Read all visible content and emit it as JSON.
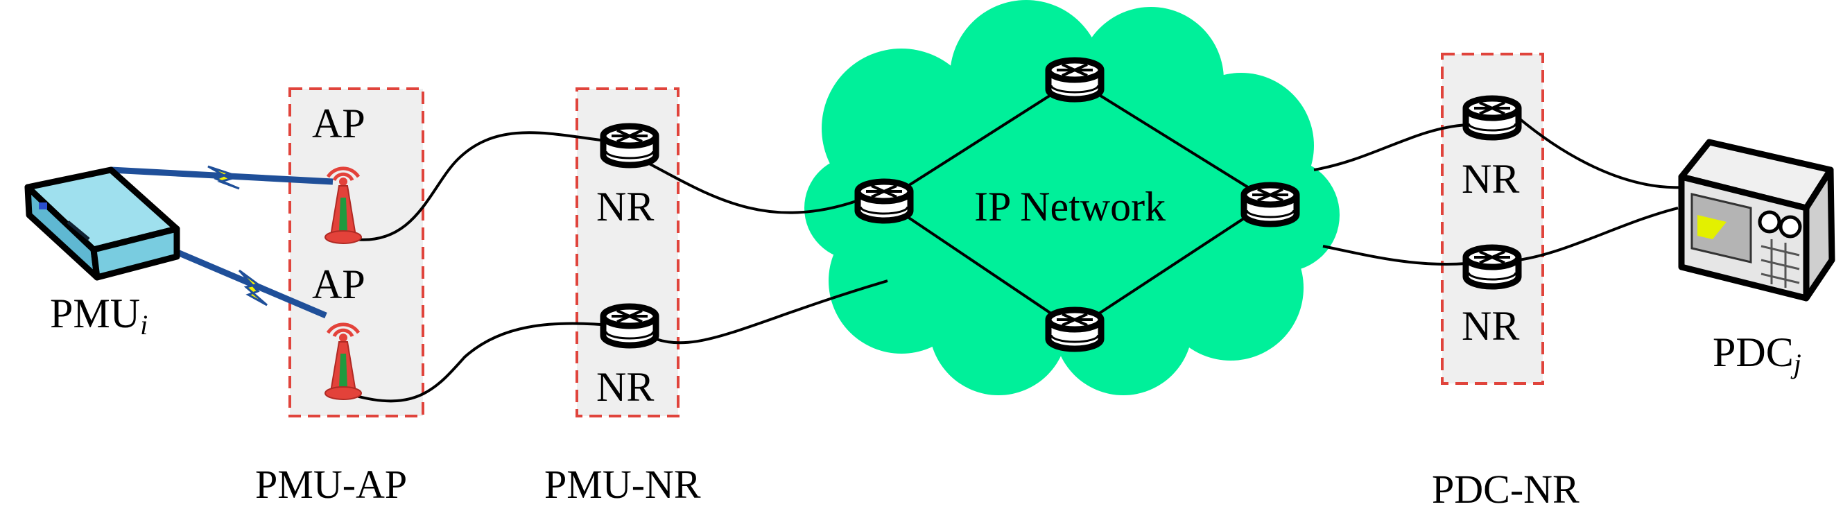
{
  "diagram": {
    "pmu": {
      "name": "PMU",
      "subscript": "i"
    },
    "pdc": {
      "name": "PDC",
      "subscript": "j"
    },
    "cloud": {
      "label": "IP Network",
      "color": "#00f09a"
    },
    "ap_label": "AP",
    "nr_label": "NR",
    "groups": {
      "pmu_ap": "PMU-AP",
      "pmu_nr": "PMU-NR",
      "pdc_nr": "PDC-NR"
    },
    "colors": {
      "group_border": "#e0443c",
      "group_fill": "#efefef",
      "antenna": "#e3423a",
      "antenna_accent": "#1f9a3f",
      "wireless_link": "#1f4f99",
      "lightning": "#f5f000",
      "pmu_device": "#79cce0"
    }
  }
}
